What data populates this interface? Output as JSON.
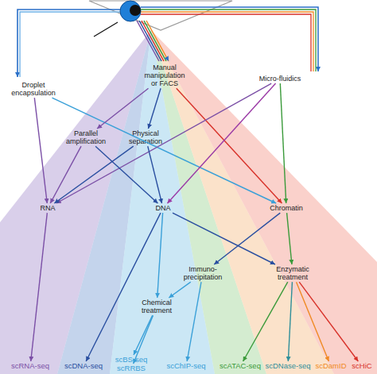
{
  "diagram": {
    "nodes": [
      {
        "text": [
          "Droplet encapsulation"
        ]
      },
      {
        "text": [
          "Manual manipulation or FACS"
        ]
      },
      {
        "text": [
          "Micro-fluidics"
        ]
      },
      {
        "text": [
          "Parallel amplification"
        ]
      },
      {
        "text": [
          "Physical separation"
        ]
      },
      {
        "text": [
          "RNA"
        ]
      },
      {
        "text": [
          "DNA"
        ]
      },
      {
        "text": [
          "Chromatin"
        ]
      },
      {
        "text": [
          "Immuno- precipitation"
        ]
      },
      {
        "text": [
          "Enzymatic treatment"
        ]
      },
      {
        "text": [
          "Chemical treatment"
        ]
      },
      {
        "text": [
          "scRNA-seq"
        ]
      },
      {
        "text": [
          "scDNA-seq"
        ]
      },
      {
        "text": [
          "scBS-seq"
        ]
      },
      {
        "text": [
          "scRRBS"
        ]
      },
      {
        "text": [
          "scChIP-seq"
        ]
      },
      {
        "text": [
          "scATAC-seq"
        ]
      },
      {
        "text": [
          "scDNase-seq"
        ]
      },
      {
        "text": [
          "scDamID"
        ]
      },
      {
        "text": [
          "scHiC"
        ]
      }
    ],
    "edges": [
      {
        "from": 0,
        "to": 5,
        "arrow": "to"
      },
      {
        "from": 0,
        "to": 7,
        "arrow": "to"
      },
      {
        "from": 1,
        "to": 3,
        "arrow": "to"
      },
      {
        "from": 1,
        "to": 4,
        "arrow": "to"
      },
      {
        "from": 1,
        "to": 7,
        "arrow": "to"
      },
      {
        "from": 2,
        "to": 5,
        "arrow": "to"
      },
      {
        "from": 2,
        "to": 6,
        "arrow": "to"
      },
      {
        "from": 2,
        "to": 7,
        "arrow": "to"
      },
      {
        "from": 3,
        "to": 5,
        "arrow": "to"
      },
      {
        "from": 3,
        "to": 6,
        "arrow": "to"
      },
      {
        "from": 4,
        "to": 5,
        "arrow": "to"
      },
      {
        "from": 4,
        "to": 6,
        "arrow": "to"
      },
      {
        "from": 5,
        "to": 11,
        "arrow": "to"
      },
      {
        "from": 6,
        "to": 12,
        "arrow": "to"
      },
      {
        "from": 6,
        "to": 10,
        "arrow": "to"
      },
      {
        "from": 6,
        "to": 9,
        "arrow": "to"
      },
      {
        "from": 7,
        "to": 8,
        "arrow": "to"
      },
      {
        "from": 7,
        "to": 9,
        "arrow": "to"
      },
      {
        "from": 8,
        "to": 10,
        "arrow": "to"
      },
      {
        "from": 8,
        "to": 15,
        "arrow": "to"
      },
      {
        "from": 10,
        "to": 13,
        "arrow": "to"
      },
      {
        "from": 10,
        "to": 14,
        "arrow": "to"
      },
      {
        "from": 9,
        "to": 16,
        "arrow": "to"
      },
      {
        "from": 9,
        "to": 17,
        "arrow": "to"
      },
      {
        "from": 9,
        "to": 18,
        "arrow": "to"
      },
      {
        "from": 9,
        "to": 19,
        "arrow": "to"
      }
    ]
  }
}
